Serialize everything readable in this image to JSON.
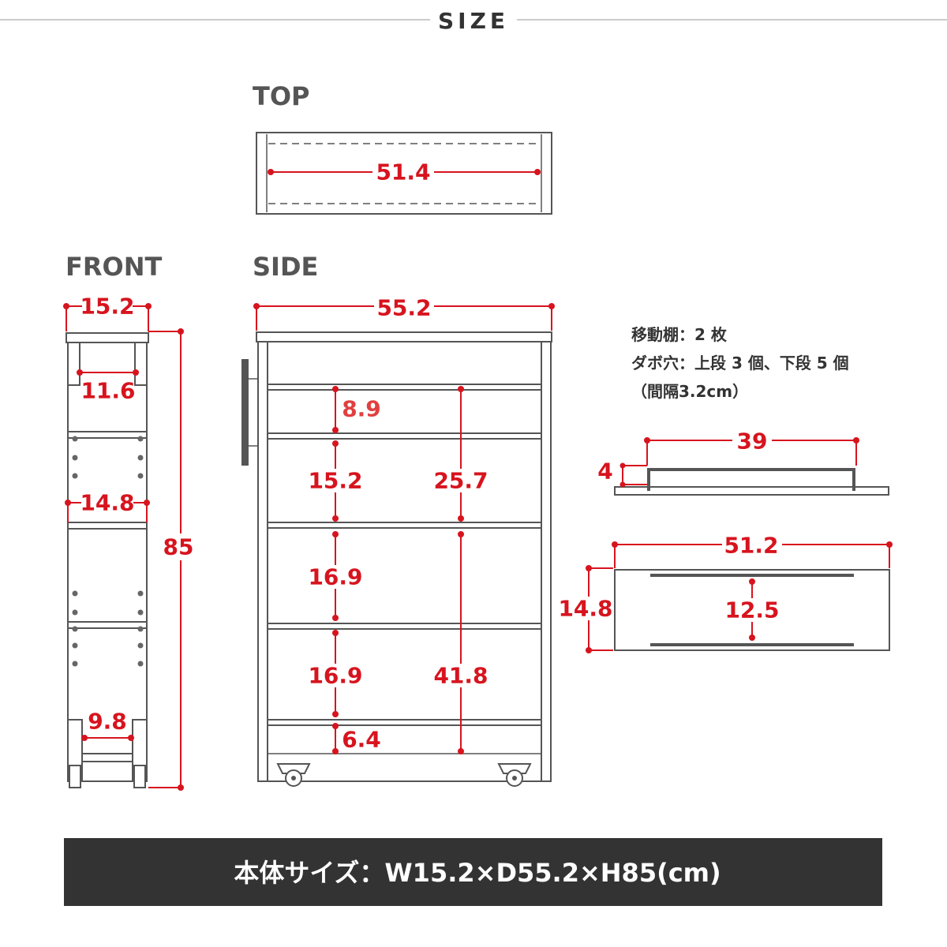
{
  "header": {
    "title": "SIZE"
  },
  "views": {
    "top": "TOP",
    "front": "FRONT",
    "side": "SIDE"
  },
  "dims": {
    "top_depth": "51.4",
    "front_width": "15.2",
    "front_inner_top": "11.6",
    "front_inner_mid": "14.8",
    "front_bottom": "9.8",
    "height": "85",
    "side_depth": "55.2",
    "gap1": "8.9",
    "gap2": "15.2",
    "gap3": "16.9",
    "gap4": "16.9",
    "gap5": "6.4",
    "upper_span": "25.7",
    "lower_span": "41.8",
    "shelf_width": "39",
    "shelf_lip": "4",
    "drawer_width": "51.2",
    "drawer_height": "14.8",
    "drawer_inner": "12.5"
  },
  "notes": [
    "移動棚：2 枚",
    "ダボ穴：上段 3 個、下段 5 個",
    "（間隔3.2cm）"
  ],
  "footer": {
    "text": "本体サイズ：W15.2×D55.2×H85(cm)"
  },
  "colors": {
    "accent": "#d7141e",
    "footer_bg": "#333333"
  }
}
